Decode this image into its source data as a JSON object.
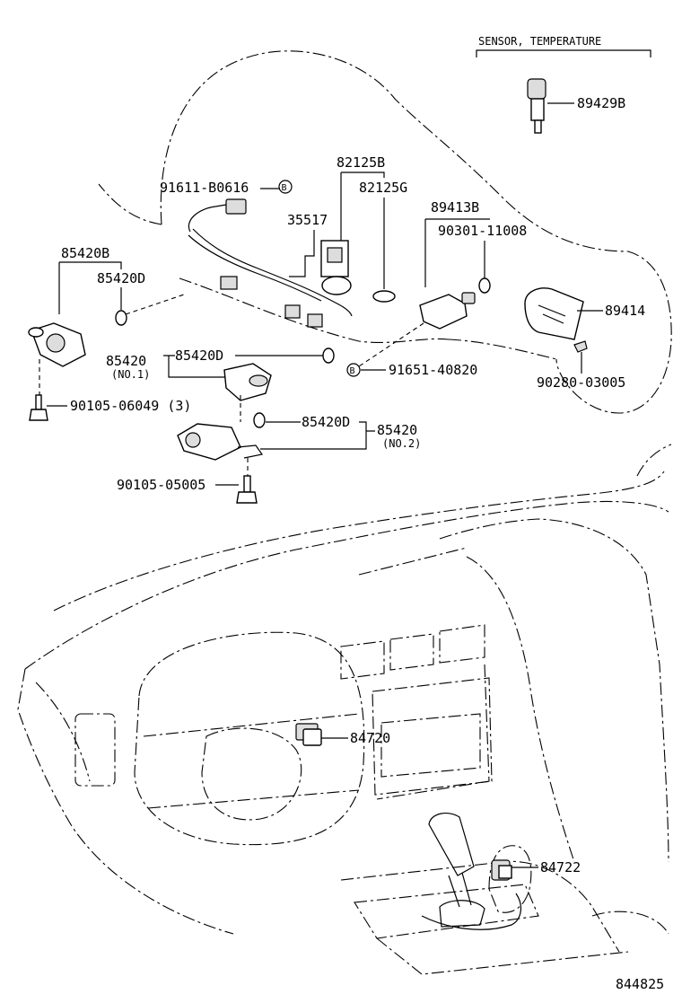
{
  "header": {
    "group_title": "SENSOR, TEMPERATURE"
  },
  "parts": {
    "p89429B": "89429B",
    "p91611": "91611-B0616",
    "p82125B": "82125B",
    "p82125G": "82125G",
    "p35517": "35517",
    "p89413B": "89413B",
    "p90301": "90301-11008",
    "p85420B": "85420B",
    "p85420D_a": "85420D",
    "p89414": "89414",
    "p85420_no1": "85420",
    "p85420_no1_sub": "(NO.1)",
    "p85420D_b": "85420D",
    "p91651": "91651-40820",
    "p90280": "90280-03005",
    "p90105_06049": "90105-06049 (3)",
    "p85420D_c": "85420D",
    "p85420_no2": "85420",
    "p85420_no2_sub": "(NO.2)",
    "p90105_05005": "90105-05005",
    "p84720": "84720",
    "p84722": "84722"
  },
  "marker_letter": "B",
  "footer": {
    "illustration_number": "844825"
  }
}
